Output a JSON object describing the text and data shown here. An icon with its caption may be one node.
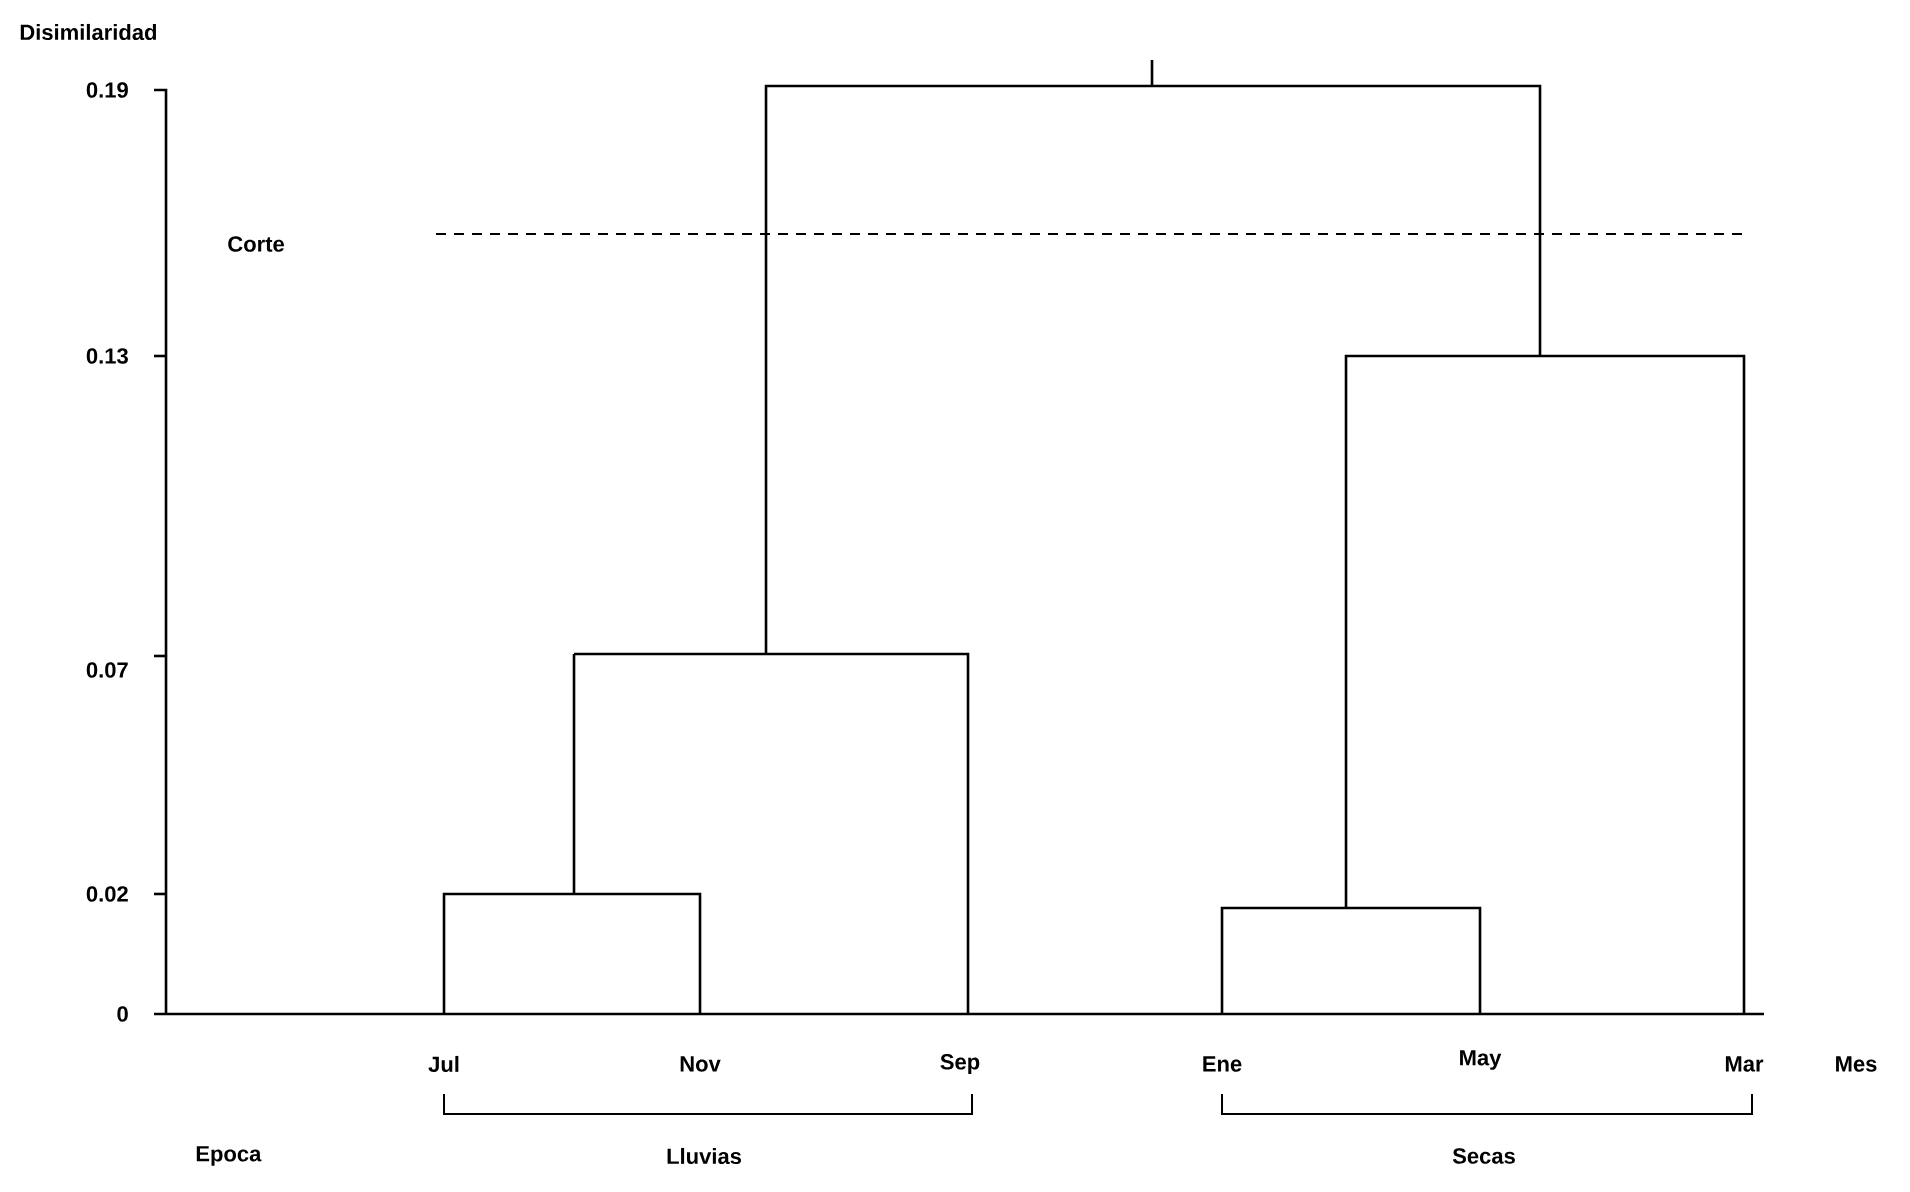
{
  "diagram": {
    "labels": [
      "Disimilaridad",
      "0.19",
      "Corte",
      "0.13",
      "0.07",
      "0.02",
      "0",
      "Jul",
      "Nov",
      "Sep",
      "Ene",
      "May",
      "Mar",
      "Mes",
      "Epoca",
      "Lluvias",
      "Secas"
    ]
  }
}
